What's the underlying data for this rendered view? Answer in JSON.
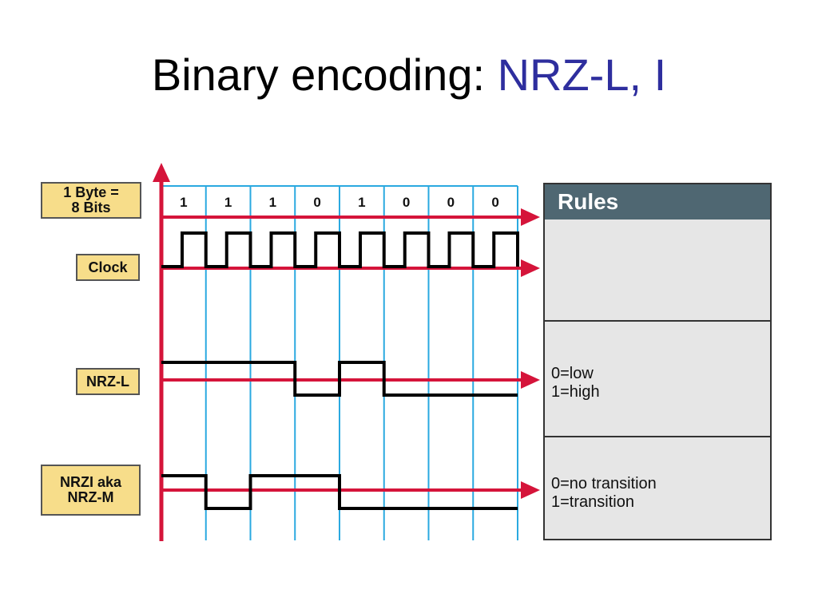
{
  "title": {
    "main": "Binary encoding:",
    "accent": "NRZ-L, I"
  },
  "labels": {
    "byte": "1 Byte =\n8 Bits",
    "clock": "Clock",
    "nrzl": "NRZ-L",
    "nrzi": "NRZI aka\nNRZ-M"
  },
  "bits": [
    "1",
    "1",
    "1",
    "0",
    "1",
    "0",
    "0",
    "0"
  ],
  "rules": {
    "header": "Rules",
    "nrzl": [
      "0=low",
      "1=high"
    ],
    "nrzi": [
      "0=no transition",
      "1=transition"
    ]
  },
  "colors": {
    "axis": "#d5143a",
    "gridline": "#2aa9e0",
    "signal": "#000000",
    "label_fill": "#f7dd8a",
    "title_accent": "#2e2e9e",
    "rules_header": "#4f6772"
  }
}
